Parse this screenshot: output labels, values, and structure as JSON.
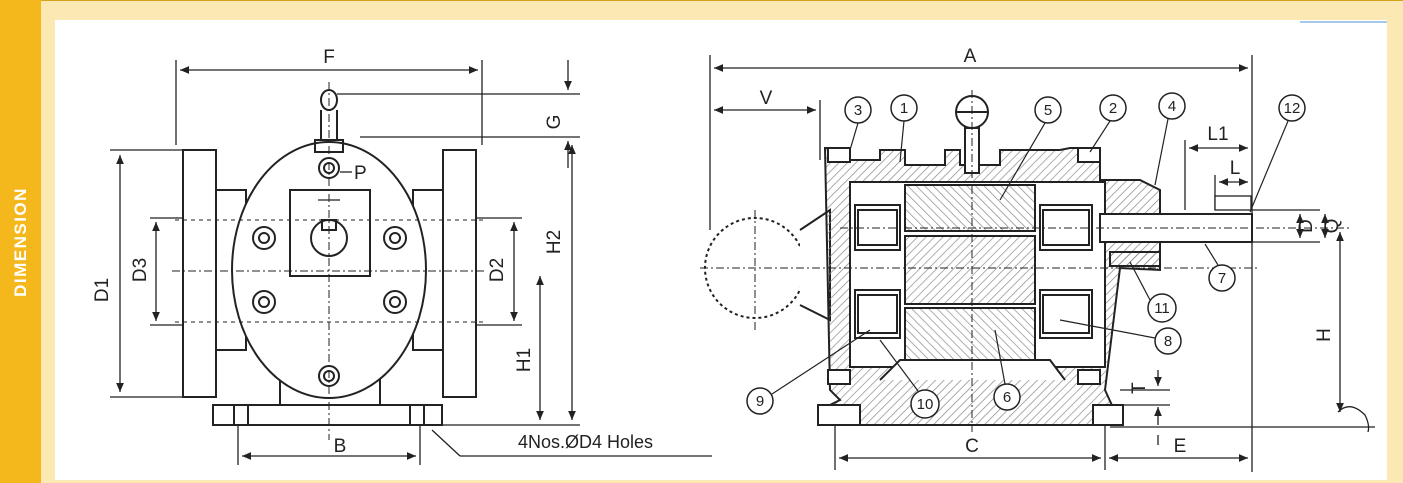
{
  "sidebar": {
    "label": "DIMENSION"
  },
  "front_view": {
    "labels": {
      "F": "F",
      "G": "G",
      "P": "P",
      "D1": "D1",
      "D3": "D3",
      "D2": "D2",
      "H2": "H2",
      "H1": "H1",
      "B": "B"
    },
    "holes_note": "4Nos.ØD4 Holes"
  },
  "section_view": {
    "labels": {
      "A": "A",
      "V": "V",
      "L1": "L1",
      "L": "L",
      "D": "D",
      "Q": "Q",
      "H": "H",
      "T": "T",
      "C": "C",
      "E": "E"
    },
    "parts": [
      "1",
      "2",
      "3",
      "4",
      "5",
      "6",
      "7",
      "8",
      "9",
      "10",
      "11",
      "12"
    ]
  },
  "colors": {
    "sidebar": "#F5B81C",
    "frame": "#FBE8B2",
    "line": "#222222",
    "hatch": "#8a8a8a"
  }
}
